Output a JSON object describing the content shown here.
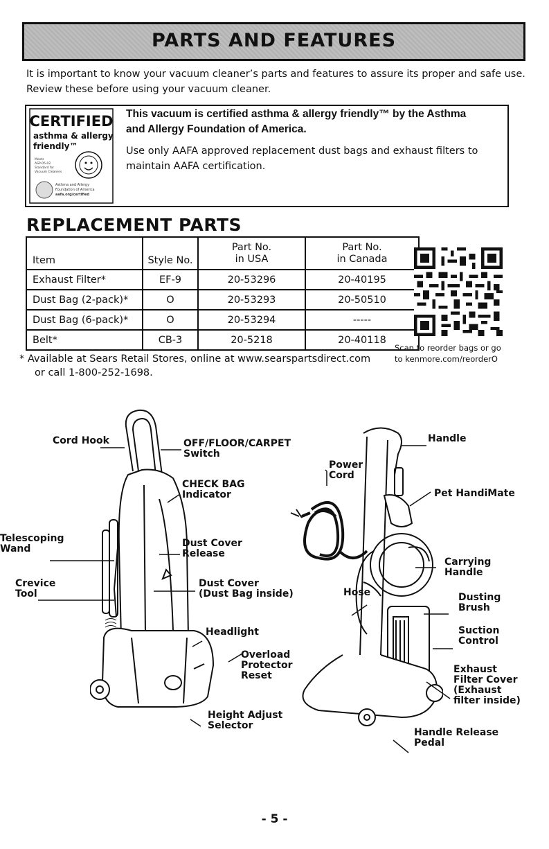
{
  "header": {
    "title": "PARTS AND FEATURES"
  },
  "intro": {
    "line1": "It is important to know your vacuum cleaner’s parts and features to assure its proper and safe use.",
    "line2": "Review these before using your vacuum cleaner."
  },
  "certification": {
    "logo": {
      "certified": "CERTIFIED",
      "asthma_allergy": "asthma & allergy",
      "friendly": "friendly™",
      "model_lines": [
        "Meets",
        "ASP-05-02",
        "Standard for",
        "Vacuum Cleaners"
      ],
      "foundation_lines": [
        "Asthma and Allergy",
        "Foundation of America",
        "aafa.org/certified"
      ]
    },
    "heading_line1": "This vacuum is certified asthma & allergy friendly™ by the Asthma",
    "heading_line2": "and Allergy Foundation of America.",
    "body_line1": "Use only AAFA approved replacement dust bags and exhaust filters to",
    "body_line2": "maintain AAFA certification."
  },
  "replacement_parts": {
    "title": "REPLACEMENT PARTS",
    "headers": {
      "item": "Item",
      "style": "Style No.",
      "usa_line1": "Part No.",
      "usa_line2": "in USA",
      "canada_line1": "Part No.",
      "canada_line2": "in Canada"
    },
    "rows": [
      {
        "item": "Exhaust Filter*",
        "style": "EF-9",
        "usa": "20-53296",
        "canada": "20-40195"
      },
      {
        "item": "Dust Bag (2-pack)*",
        "style": "O",
        "usa": "20-53293",
        "canada": "20-50510"
      },
      {
        "item": "Dust Bag (6-pack)*",
        "style": "O",
        "usa": "20-53294",
        "canada": "-----"
      },
      {
        "item": "Belt*",
        "style": "CB-3",
        "usa": "20-5218",
        "canada": "20-40118"
      }
    ],
    "footnote_line1": "* Available at Sears Retail Stores, online at www.searspartsdirect.com",
    "footnote_line2": "or call 1-800-252-1698.",
    "qr_caption_line1": "Scan to reorder bags or go",
    "qr_caption_line2": "to kenmore.com/reorderO"
  },
  "features": {
    "front": {
      "cord_hook": "Cord Hook",
      "switch_line1": "OFF/FLOOR/CARPET",
      "switch_line2": "Switch",
      "check_bag_line1": "CHECK BAG",
      "check_bag_line2": "Indicator",
      "telescoping_line1": "Telescoping",
      "telescoping_line2": "Wand",
      "dust_cover_release_line1": "Dust Cover",
      "dust_cover_release_line2": "Release",
      "crevice_line1": "Crevice",
      "crevice_line2": "Tool",
      "dust_cover_line1": "Dust Cover",
      "dust_cover_line2": "(Dust Bag inside)",
      "headlight": "Headlight",
      "overload_line1": "Overload",
      "overload_line2": "Protector",
      "overload_line3": "Reset",
      "height_line1": "Height Adjust",
      "height_line2": "Selector"
    },
    "back": {
      "power_cord_line1": "Power",
      "power_cord_line2": "Cord",
      "handle": "Handle",
      "pet_handimate": "Pet HandiMate",
      "carrying_line1": "Carrying",
      "carrying_line2": "Handle",
      "hose": "Hose",
      "dusting_line1": "Dusting",
      "dusting_line2": "Brush",
      "suction_line1": "Suction",
      "suction_line2": "Control",
      "exhaust_line1": "Exhaust",
      "exhaust_line2": "Filter Cover",
      "exhaust_line3": "(Exhaust",
      "exhaust_line4": "filter inside)",
      "handle_release_line1": "Handle Release",
      "handle_release_line2": "Pedal"
    }
  },
  "page_number": "- 5 -"
}
